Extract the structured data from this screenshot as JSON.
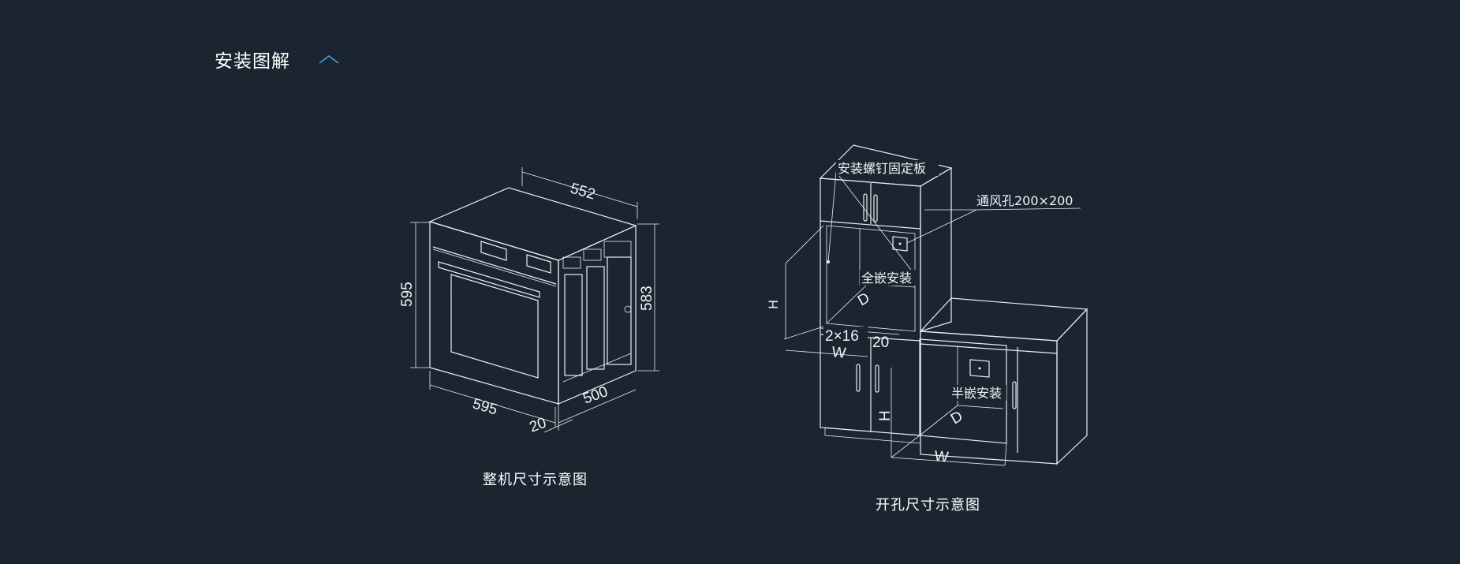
{
  "section": {
    "title": "安装图解",
    "collapse_icon": "chevron-up-icon",
    "accent_color": "#3aa0e0"
  },
  "oven_diagram": {
    "caption": "整机尺寸示意图",
    "dims": {
      "top_depth": "552",
      "height_left": "595",
      "height_right": "583",
      "width_front": "595",
      "depth_bottom": "500",
      "door_thickness": "20"
    }
  },
  "cutout_diagram": {
    "caption": "开孔尺寸示意图",
    "labels": {
      "screw_plate": "安装螺钉固定板",
      "vent_hole": "通风孔200×200",
      "full_embed": "全嵌安装",
      "half_embed": "半嵌安装",
      "screw_spec": "2×16",
      "gap": "20",
      "depth": "D",
      "width": "W",
      "height": "H"
    }
  }
}
